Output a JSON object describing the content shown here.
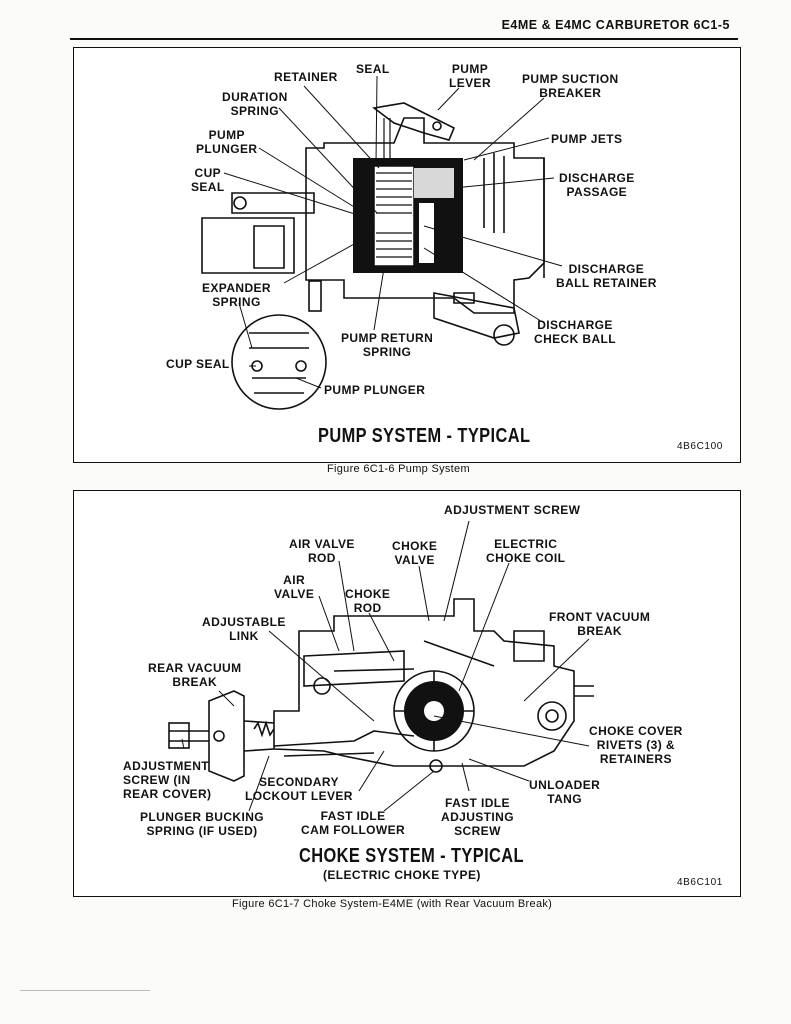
{
  "header": {
    "title": "E4ME & E4MC CARBURETOR  6C1-5"
  },
  "figure1": {
    "title": "PUMP SYSTEM  - TYPICAL",
    "code": "4B6C100",
    "caption": "Figure 6C1-6 Pump System",
    "labels": {
      "retainer": "RETAINER",
      "seal": "SEAL",
      "pump_lever": "PUMP\nLEVER",
      "pump_suction_breaker": "PUMP SUCTION\nBREAKER",
      "duration_spring": "DURATION\nSPRING",
      "pump_plunger": "PUMP\nPLUNGER",
      "pump_jets": "PUMP JETS",
      "cup_seal": "CUP\nSEAL",
      "discharge_passage": "DISCHARGE\nPASSAGE",
      "discharge_ball_retainer": "DISCHARGE\nBALL RETAINER",
      "expander_spring": "EXPANDER\nSPRING",
      "discharge_check_ball": "DISCHARGE\nCHECK BALL",
      "pump_return_spring": "PUMP RETURN\nSPRING",
      "cup_seal_2": "CUP SEAL",
      "pump_plunger_2": "PUMP PLUNGER"
    }
  },
  "figure2": {
    "title": "CHOKE SYSTEM - TYPICAL",
    "subtitle": "(ELECTRIC CHOKE TYPE)",
    "code": "4B6C101",
    "caption": "Figure 6C1-7 Choke System-E4ME (with Rear Vacuum Break)",
    "labels": {
      "adjustment_screw": "ADJUSTMENT SCREW",
      "air_valve_rod": "AIR VALVE\nROD",
      "choke_valve": "CHOKE\nVALVE",
      "electric_choke_coil": "ELECTRIC\nCHOKE COIL",
      "air_valve": "AIR\nVALVE",
      "choke_rod": "CHOKE\nROD",
      "adjustable_link": "ADJUSTABLE\nLINK",
      "front_vacuum_break": "FRONT VACUUM\nBREAK",
      "rear_vacuum_break": "REAR VACUUM\nBREAK",
      "choke_cover_rivets": "CHOKE COVER\nRIVETS (3) &\nRETAINERS",
      "adjustment_screw_rear": "ADJUSTMENT\nSCREW (IN\nREAR COVER)",
      "secondary_lockout_lever": "SECONDARY\nLOCKOUT LEVER",
      "unloader_tang": "UNLOADER\nTANG",
      "fast_idle_adjusting_screw": "FAST IDLE\nADJUSTING\nSCREW",
      "plunger_bucking_spring": "PLUNGER BUCKING\nSPRING (IF USED)",
      "fast_idle_cam_follower": "FAST IDLE\nCAM FOLLOWER"
    }
  }
}
